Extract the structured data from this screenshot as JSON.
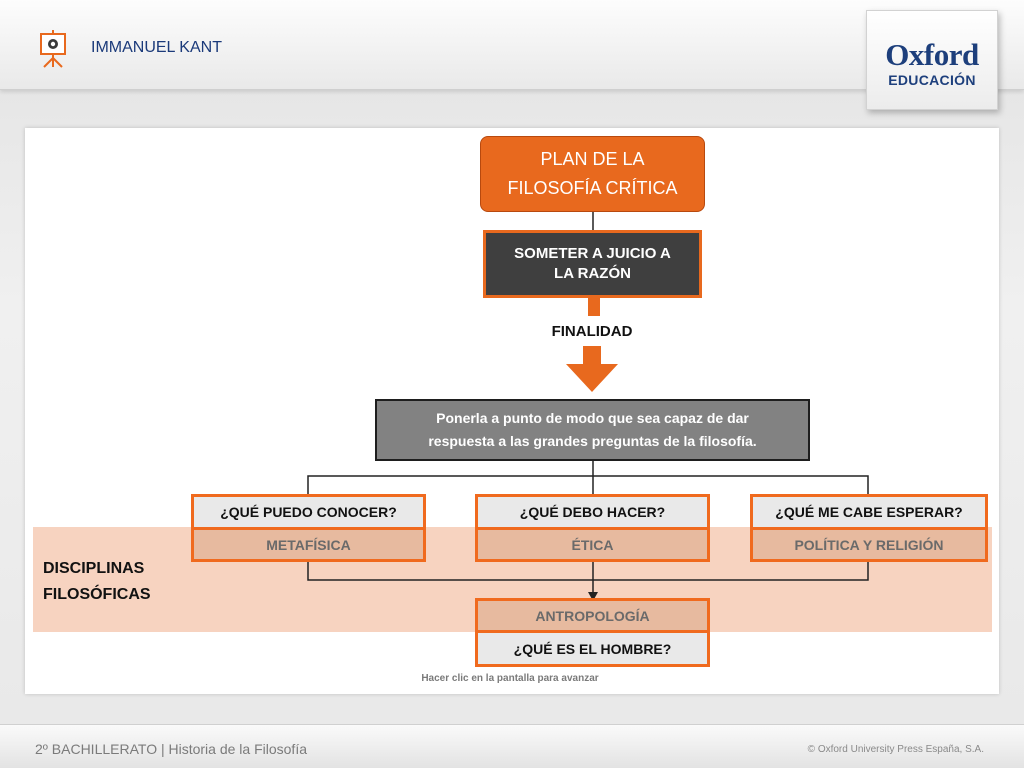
{
  "header": {
    "title": "IMMANUEL KANT",
    "icon": "presentation-easel-icon"
  },
  "logo": {
    "main": "Oxford",
    "sub": "EDUCACIÓN"
  },
  "diagram": {
    "plan": {
      "line1": "PLAN DE LA",
      "line2": "FILOSOFÍA CRÍTICA"
    },
    "someter": {
      "line1": "SOMETER A JUICIO A",
      "line2": "LA RAZÓN"
    },
    "finalidad": "FINALIDAD",
    "respuesta": {
      "line1": "Ponerla a punto de modo que sea capaz de dar",
      "line2": "respuesta a las grandes preguntas de la filosofía."
    },
    "band_label": {
      "line1": "DISCIPLINAS",
      "line2": "FILOSÓFICAS"
    },
    "questions": [
      {
        "question": "¿QUÉ PUEDO CONOCER?",
        "discipline": "METAFÍSICA"
      },
      {
        "question": "¿QUÉ DEBO HACER?",
        "discipline": "ÉTICA"
      },
      {
        "question": "¿QUÉ ME CABE ESPERAR?",
        "discipline": "POLÍTICA Y RELIGIÓN"
      }
    ],
    "final": {
      "discipline": "ANTROPOLOGÍA",
      "question": "¿QUÉ ES EL HOMBRE?"
    },
    "hint": "Hacer clic en la pantalla para avanzar"
  },
  "footer": {
    "left": "2º BACHILLERATO | Historia de la Filosofía",
    "right": "© Oxford University Press España, S.A."
  },
  "colors": {
    "accent_orange": "#e8691e",
    "band_peach": "#f7d3c0",
    "dark_box": "#3f3f3f",
    "gray_box": "#828282",
    "brand_blue": "#1d3f7c"
  }
}
